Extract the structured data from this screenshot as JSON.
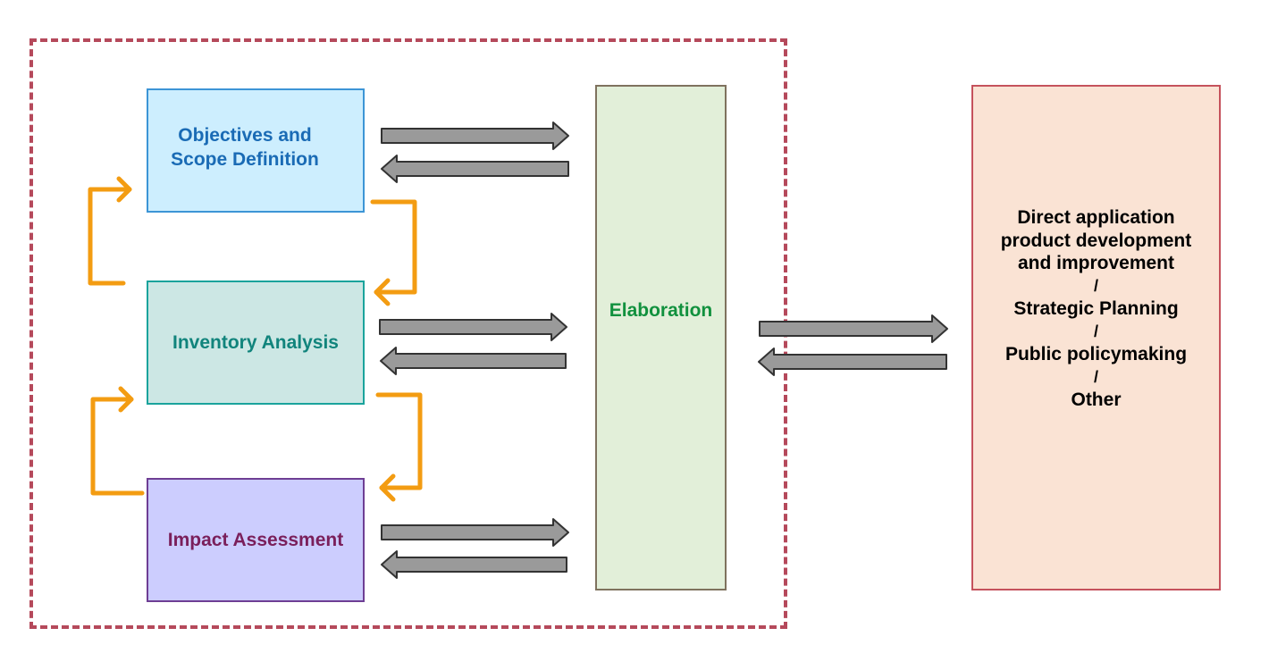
{
  "diagram": {
    "boxes": {
      "objectives": "Objectives and\nScope Definition",
      "inventory": "Inventory Analysis",
      "impact": "Impact Assessment",
      "elaboration": "Elaboration",
      "applications": {
        "line1": "Direct application",
        "line2": "product development",
        "line3": "and improvement",
        "sep1": "/",
        "line4": "Strategic Planning",
        "sep2": "/",
        "line5": "Public policymaking",
        "sep3": "/",
        "line6": "Other"
      }
    },
    "colors": {
      "frame_border": "#b5495b",
      "feedback_arrow": "#f39c12",
      "flow_arrow_fill": "#9a9a9a",
      "flow_arrow_stroke": "#333333"
    }
  }
}
